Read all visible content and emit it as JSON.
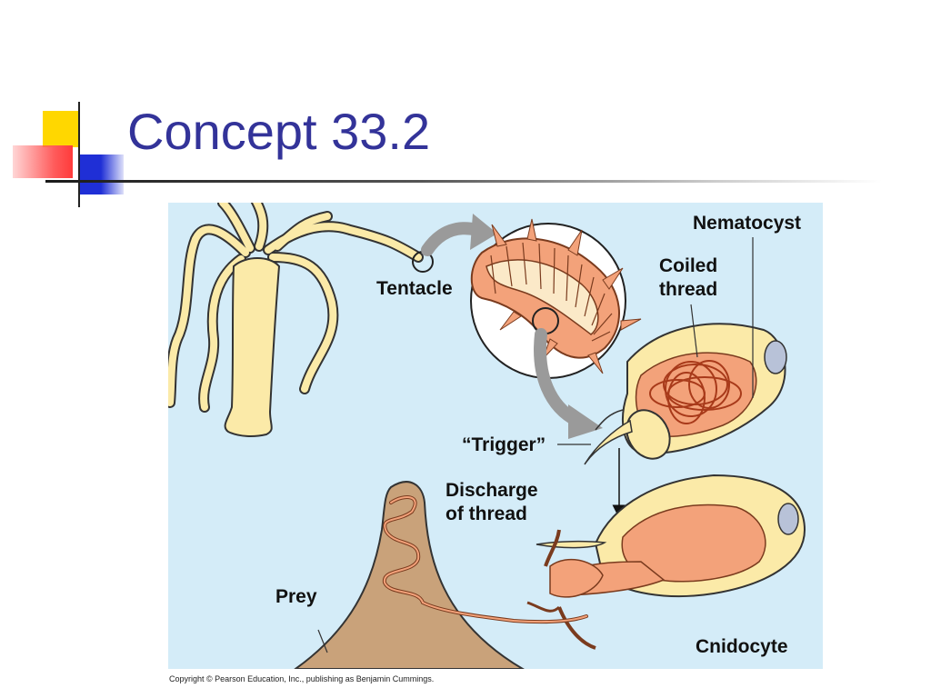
{
  "slide": {
    "title": "Concept 33.2",
    "copyright": "Copyright © Pearson Education, Inc., publishing as Benjamin Cummings."
  },
  "diagram": {
    "labels": {
      "nematocyst": "Nematocyst",
      "coiled_line1": "Coiled",
      "coiled_line2": "thread",
      "tentacle": "Tentacle",
      "trigger": "“Trigger”",
      "discharge_line1": "Discharge",
      "discharge_line2": "of thread",
      "prey": "Prey",
      "cnidocyte": "Cnidocyte"
    }
  },
  "colors": {
    "title": "#333399",
    "panel_bg": "#d4ecf8",
    "deco_yellow": "#ffd700",
    "deco_red": "#ff5a5a",
    "deco_blue": "#1f2fd6",
    "hydra_fill": "#fbeaa8",
    "cell_orange": "#f3a27a",
    "prey_fill": "#c9a27a"
  }
}
